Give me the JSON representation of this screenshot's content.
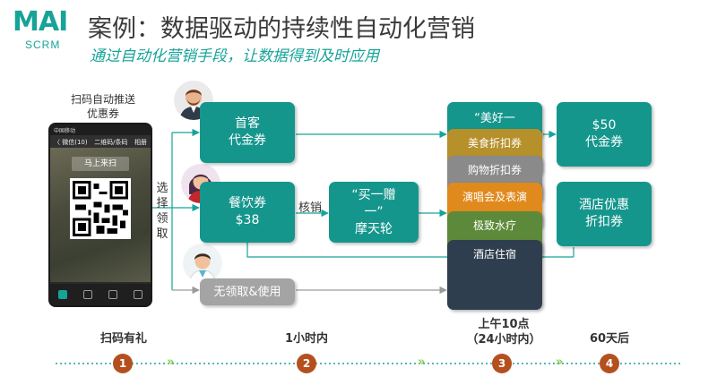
{
  "logo": {
    "mark": "MAI",
    "sub": "SCRM"
  },
  "title": "案例：数据驱动的持续性自动化营销",
  "subtitle": "通过自动化营销手段，让数据得到及时应用",
  "phone": {
    "caption_line1": "扫码自动推送",
    "caption_line2": "优惠券",
    "status": "中国移动",
    "nav_back": "〈 微信(10)",
    "nav_title": "二维码/条码",
    "nav_right": "相册",
    "scan_button": "马上来扫"
  },
  "choose_text": [
    "选",
    "择",
    "领",
    "取"
  ],
  "boxes": {
    "first_voucher": [
      "首客",
      "代金券"
    ],
    "dining_voucher": [
      "餐饮券",
      "$38"
    ],
    "verify": "核销",
    "bogo": [
      "“买一赠",
      "一”",
      "摩天轮"
    ],
    "none": "无领取&使用",
    "good_header": "“美好一",
    "fifty": [
      "$50",
      "代金券"
    ],
    "hotel_discount": [
      "酒店优惠",
      "折扣券"
    ]
  },
  "cards": [
    {
      "label": "美食折扣券",
      "color": "#b5902b"
    },
    {
      "label": "购物折扣券",
      "color": "#8a8a8a"
    },
    {
      "label": "演唱会及表演",
      "color": "#e08a1e"
    },
    {
      "label": "极致水疗",
      "color": "#5d8a3a"
    },
    {
      "label": "酒店住宿",
      "color": "#2f3e4e"
    }
  ],
  "timeline": [
    {
      "num": "1",
      "label": "扫码有礼",
      "label2": ""
    },
    {
      "num": "2",
      "label": "1小时内",
      "label2": ""
    },
    {
      "num": "3",
      "label": "上午10点",
      "label2": "（24小时内）"
    },
    {
      "num": "4",
      "label": "60天后",
      "label2": ""
    }
  ],
  "colors": {
    "brand": "#17a398",
    "teal_box": "#15968c",
    "node": "#b4501e",
    "chevron": "#7fd14a"
  }
}
